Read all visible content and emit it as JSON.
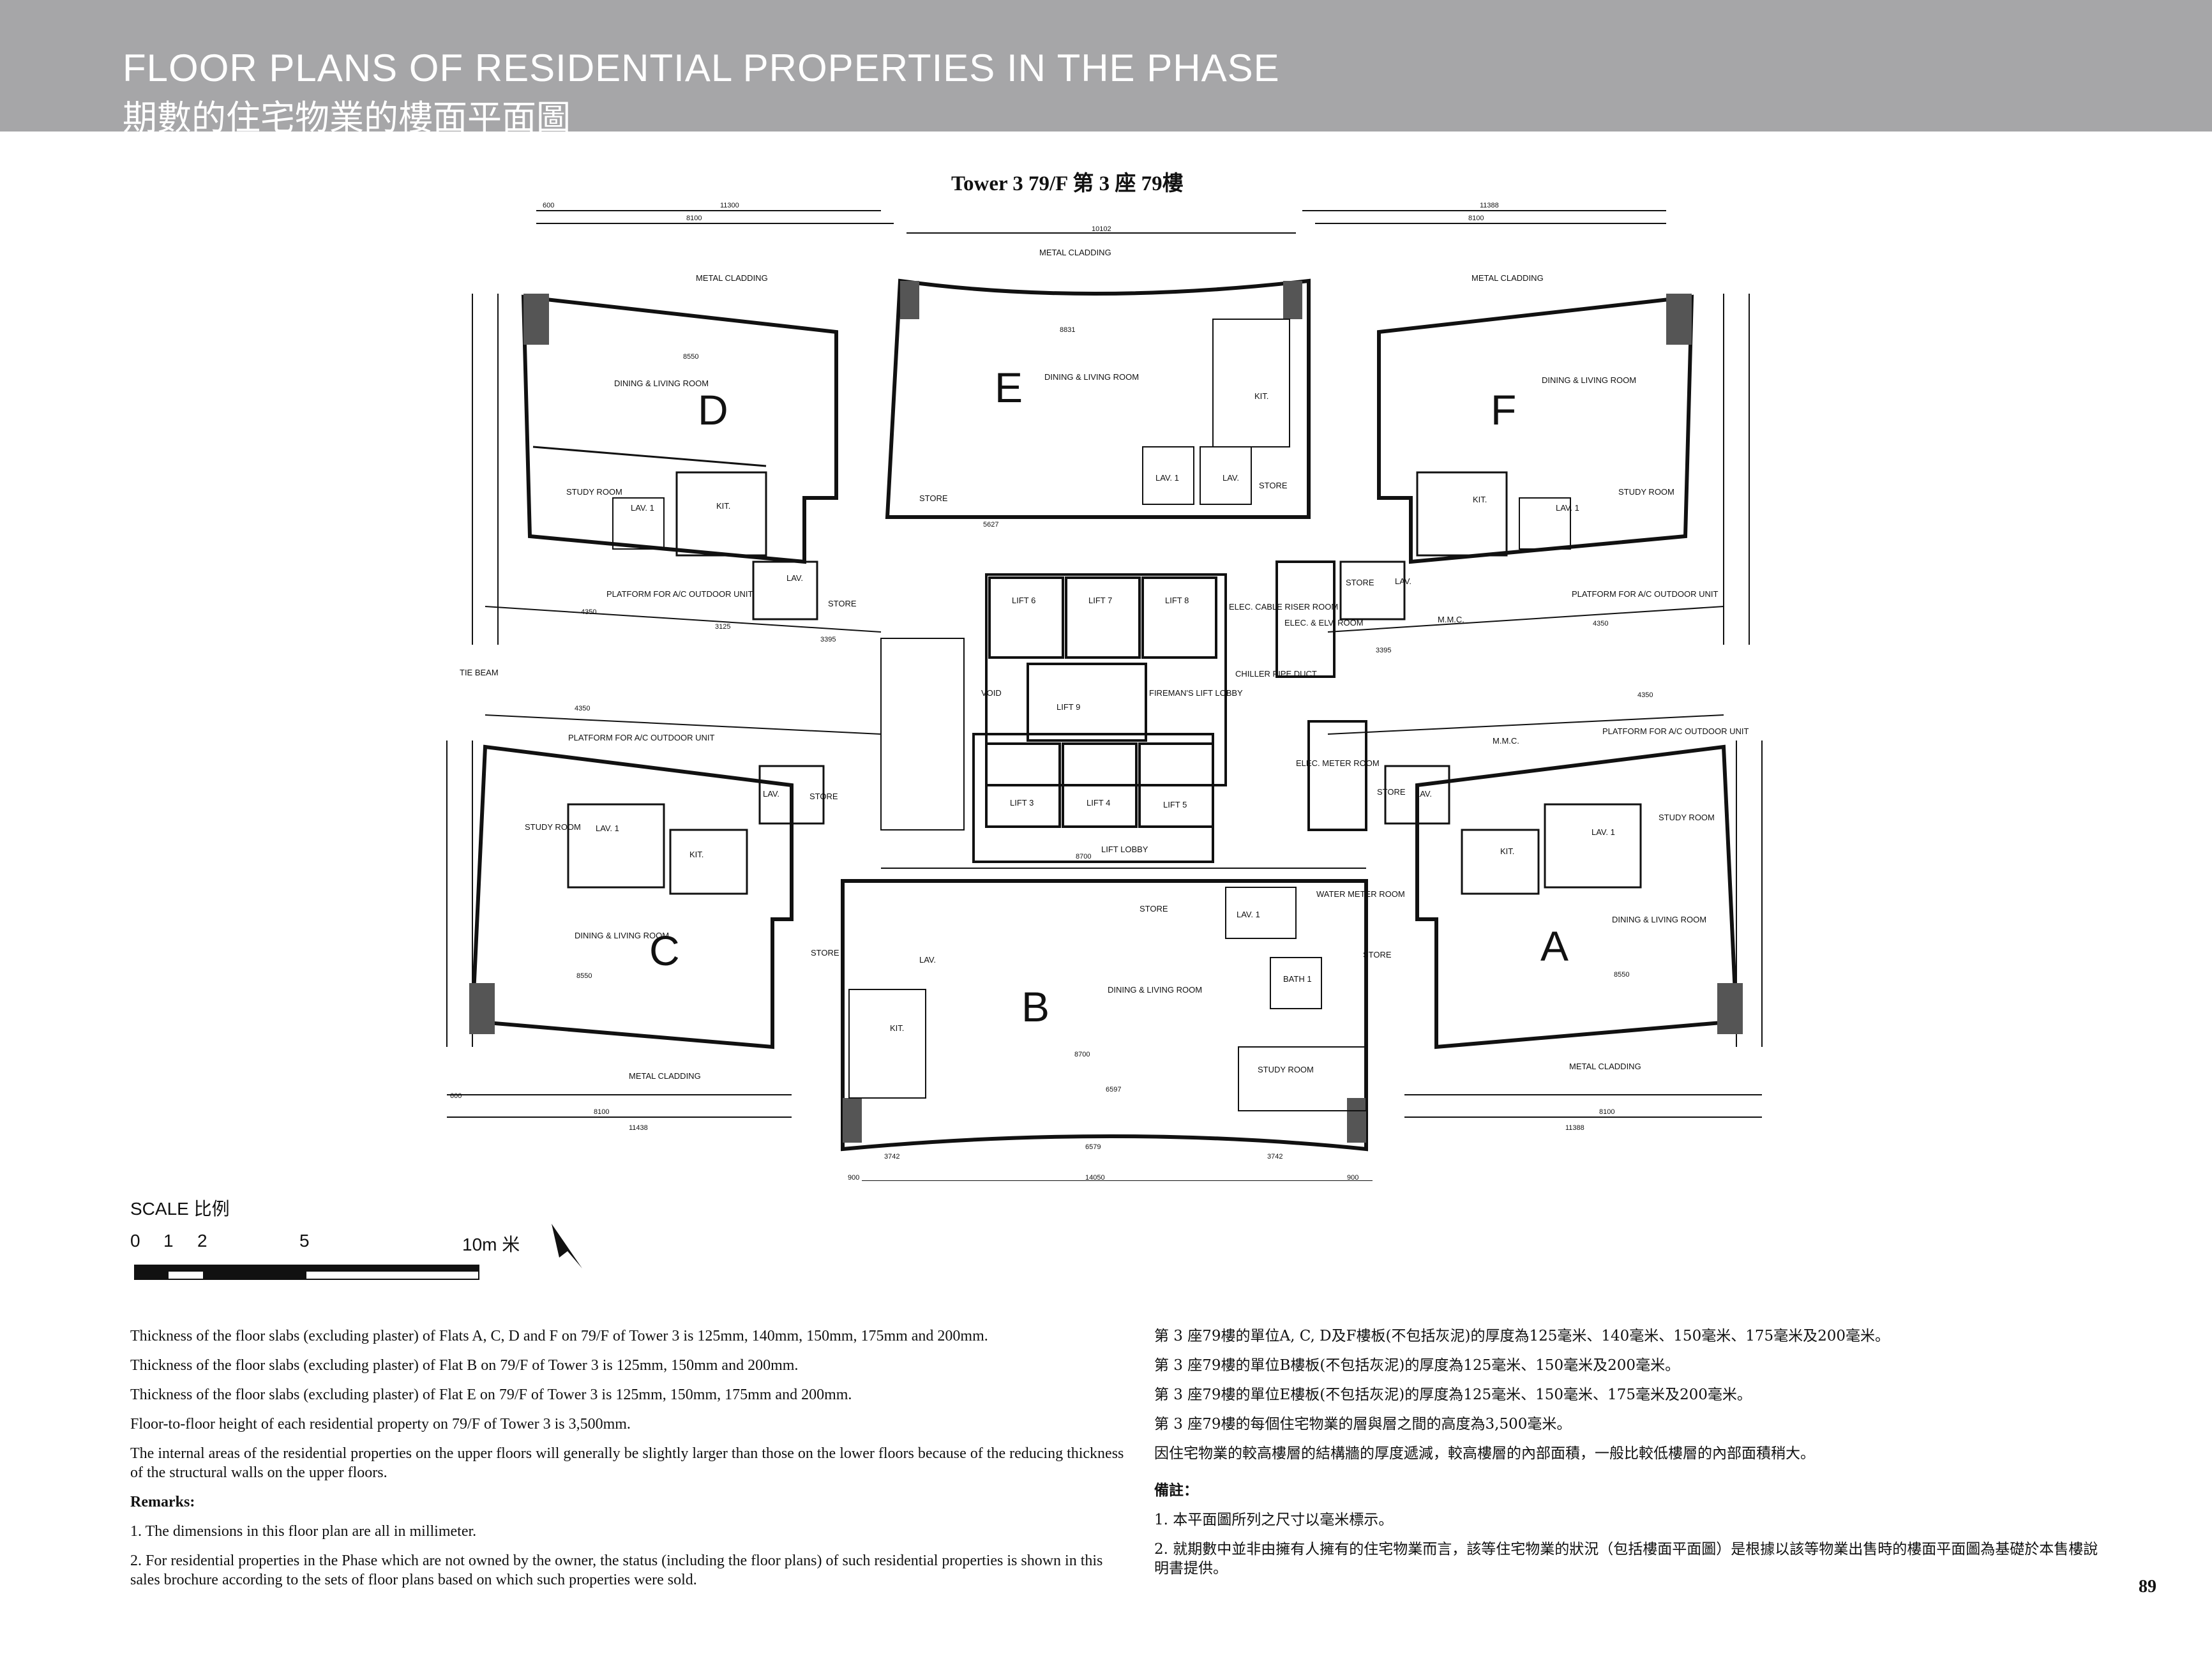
{
  "header": {
    "title_en": "FLOOR PLANS OF RESIDENTIAL PROPERTIES IN THE PHASE",
    "title_zh": "期數的住宅物業的樓面平面圖"
  },
  "plan": {
    "title": "Tower 3   79/F     第 3 座    79樓",
    "flats": {
      "A": "A",
      "B": "B",
      "C": "C",
      "D": "D",
      "E": "E",
      "F": "F"
    },
    "rooms": {
      "dining_living": "DINING & LIVING ROOM",
      "study": "STUDY ROOM",
      "kit": "KIT.",
      "lav": "LAV.",
      "lav1": "LAV. 1",
      "store": "STORE",
      "bath1": "BATH 1",
      "elec_elv": "ELEC. & ELV. ROOM",
      "elec_meter": "ELEC. METER ROOM",
      "water_meter": "WATER METER ROOM",
      "lift3": "LIFT 3",
      "lift4": "LIFT 4",
      "lift5": "LIFT 5",
      "lift6": "LIFT 6",
      "lift7": "LIFT 7",
      "lift8": "LIFT 8",
      "lift9": "LIFT 9",
      "fireman": "FIREMAN'S LIFT LOBBY",
      "lift_lobby": "LIFT LOBBY",
      "platform": "PLATFORM FOR A/C OUTDOOR UNIT",
      "metal_cladding": "METAL CLADDING",
      "tie_beam": "TIE BEAM",
      "void": "VOID",
      "chiller": "CHILLER PIPE DUCT",
      "elec_riser": "ELEC. CABLE RISER ROOM",
      "mmc": "M.M.C."
    },
    "dims": {
      "top_total": "10102",
      "bottom_total": "14050",
      "left_top": "11300",
      "right_top": "11388",
      "left_bottom": "11438",
      "right_bottom": "11388",
      "d8100": "8100",
      "d8550": "8550",
      "d8700": "8700",
      "d4350": "4350",
      "d3395": "3395",
      "d6579": "6579",
      "d6597": "6597",
      "d5627": "5627",
      "d8831": "8831",
      "d600": "600",
      "d900": "900",
      "d3742": "3742",
      "d3125": "3125"
    }
  },
  "scale": {
    "caption": "SCALE 比例",
    "t0": "0",
    "t1": "1",
    "t2": "2",
    "t5": "5",
    "t10": "10m 米"
  },
  "notes_en": {
    "n1": "Thickness of the floor slabs (excluding plaster) of Flats A, C, D and F on 79/F of Tower 3 is 125mm, 140mm, 150mm, 175mm and 200mm.",
    "n2": "Thickness of the floor slabs (excluding plaster) of Flat B on 79/F of Tower 3 is 125mm, 150mm and 200mm.",
    "n3": "Thickness of the floor slabs (excluding plaster) of Flat E on 79/F of Tower 3 is 125mm, 150mm, 175mm and 200mm.",
    "n4": "Floor-to-floor height of each residential property on 79/F of Tower 3 is 3,500mm.",
    "n5": "The internal areas of the residential properties on the upper floors will generally be slightly larger than those on the lower floors because of the reducing thickness of the structural walls on the upper floors.",
    "remarks": "Remarks:",
    "r1": "1. The dimensions in this floor plan are all in millimeter.",
    "r2": "2. For residential properties in the Phase which are not owned by the owner, the status (including the floor plans) of such residential properties is shown in this sales brochure according to the sets of floor plans based on which such properties were sold."
  },
  "notes_zh": {
    "n1": "第 3 座79樓的單位A, C, D及F樓板(不包括灰泥)的厚度為125毫米、140毫米、150毫米、175毫米及200毫米。",
    "n2": "第 3 座79樓的單位B樓板(不包括灰泥)的厚度為125毫米、150毫米及200毫米。",
    "n3": "第 3 座79樓的單位E樓板(不包括灰泥)的厚度為125毫米、150毫米、175毫米及200毫米。",
    "n4": "第 3 座79樓的每個住宅物業的層與層之間的高度為3,500毫米。",
    "n5": "因住宅物業的較高樓層的結構牆的厚度遞減，較高樓層的內部面積，一般比較低樓層的內部面積稍大。",
    "remarks": "備註：",
    "r1": "1. 本平面圖所列之尺寸以毫米標示。",
    "r2": "2. 就期數中並非由擁有人擁有的住宅物業而言，該等住宅物業的狀況（包括樓面平面圖）是根據以該等物業出售時的樓面平面圖為基礎於本售樓說明書提供。"
  },
  "page_number": "89"
}
